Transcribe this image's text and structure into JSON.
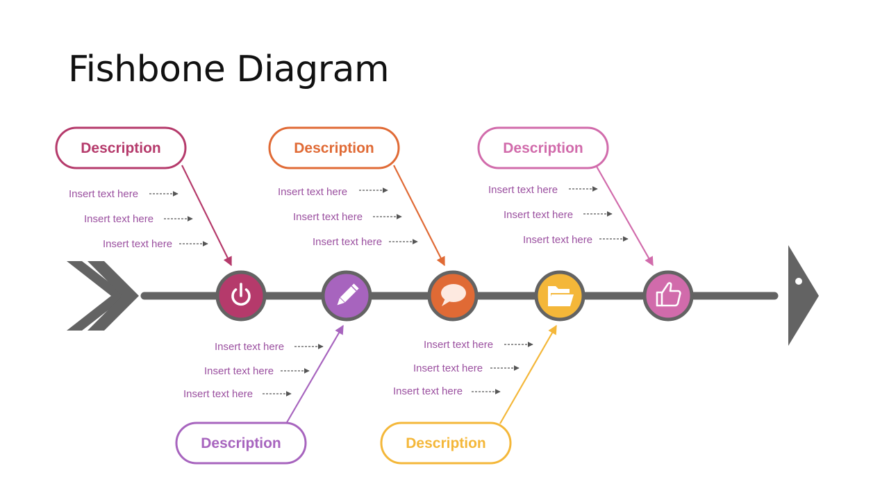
{
  "title": "Fishbone Diagram",
  "colors": {
    "spine": "#636363",
    "text": "#9a4f9f",
    "small_arrow": "#555555",
    "c1": "#b53a6b",
    "c2": "#a764be",
    "c3": "#e06a35",
    "c4": "#f4b739",
    "c5": "#d16bab"
  },
  "nodes": [
    {
      "icon": "power-icon",
      "color": "#b53a6b"
    },
    {
      "icon": "pencil-icon",
      "color": "#a764be"
    },
    {
      "icon": "speech-bubble-icon",
      "color": "#e06a35"
    },
    {
      "icon": "folder-open-icon",
      "color": "#f4b739"
    },
    {
      "icon": "thumbs-up-icon",
      "color": "#d16bab"
    }
  ],
  "top_branches": [
    {
      "label": "Description",
      "color": "#b53a6b",
      "items": [
        "Insert text here",
        "Insert text here",
        "Insert text here"
      ]
    },
    {
      "label": "Description",
      "color": "#e06a35",
      "items": [
        "Insert text here",
        "Insert text here",
        "Insert text here"
      ]
    },
    {
      "label": "Description",
      "color": "#d16bab",
      "items": [
        "Insert text here",
        "Insert text here",
        "Insert text here"
      ]
    }
  ],
  "bottom_branches": [
    {
      "label": "Description",
      "color": "#a764be",
      "items": [
        "Insert text here",
        "Insert text here",
        "Insert text here"
      ]
    },
    {
      "label": "Description",
      "color": "#f4b739",
      "items": [
        "Insert text here",
        "Insert text here",
        "Insert text here"
      ]
    }
  ]
}
